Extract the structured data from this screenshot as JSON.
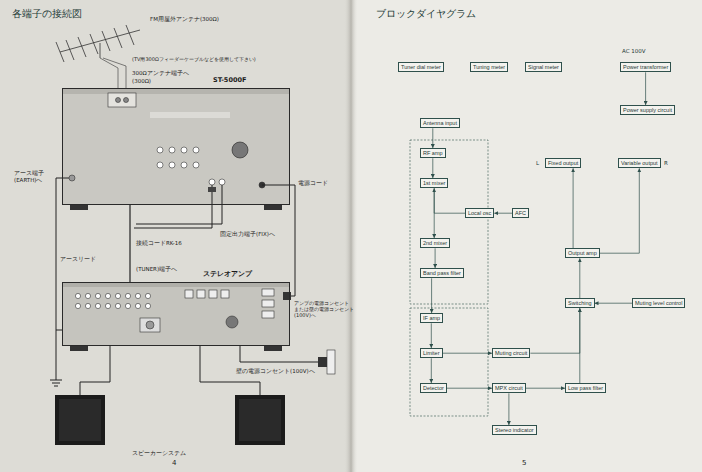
{
  "diagram": {
    "title": "各端子の接続図",
    "nodes": [
      {
        "text": [
          "ST-5000F"
        ]
      },
      {
        "text": [
          "ステレオアンプ"
        ]
      },
      {
        "text": [
          "Tuner dial meter"
        ]
      },
      {
        "text": [
          "Antenna input"
        ]
      },
      {
        "text": [
          "RF amp"
        ]
      },
      {
        "text": [
          "1st mixer"
        ]
      },
      {
        "text": [
          "Local osc"
        ]
      },
      {
        "text": [
          "2nd mixer"
        ]
      },
      {
        "text": [
          "Band pass filter"
        ]
      },
      {
        "text": [
          "IF amp"
        ]
      },
      {
        "text": [
          "Limiter"
        ]
      },
      {
        "text": [
          "Detector"
        ]
      },
      {
        "text": [
          "Tuning meter"
        ]
      },
      {
        "text": [
          "Signal meter"
        ]
      },
      {
        "text": [
          "Muting circuit"
        ]
      },
      {
        "text": [
          "AFC"
        ]
      },
      {
        "text": [
          "MPX circuit"
        ]
      },
      {
        "text": [
          "Stereo indicator"
        ]
      },
      {
        "text": [
          "Low pass filter"
        ]
      },
      {
        "text": [
          "Switching"
        ]
      },
      {
        "text": [
          "Output amp"
        ]
      },
      {
        "text": [
          "Fixed output"
        ]
      },
      {
        "text": [
          "Variable output"
        ]
      },
      {
        "text": [
          "Muting level control"
        ]
      },
      {
        "text": [
          "Power transformer"
        ]
      },
      {
        "text": [
          "Power supply circuit"
        ]
      }
    ],
    "edges": [
      {
        "from": 0,
        "to": 1,
        "arrow": "none"
      },
      {
        "from": 3,
        "to": 4,
        "arrow": "to"
      },
      {
        "from": 4,
        "to": 5,
        "arrow": "to"
      },
      {
        "from": 6,
        "to": 5,
        "arrow": "to"
      },
      {
        "from": 5,
        "to": 7,
        "arrow": "to"
      },
      {
        "from": 7,
        "to": 8,
        "arrow": "to"
      },
      {
        "from": 8,
        "to": 9,
        "arrow": "to"
      },
      {
        "from": 9,
        "to": 10,
        "arrow": "to"
      },
      {
        "from": 10,
        "to": 11,
        "arrow": "to"
      },
      {
        "from": 10,
        "to": 14,
        "arrow": "to"
      },
      {
        "from": 11,
        "to": 16,
        "arrow": "to"
      },
      {
        "from": 15,
        "to": 6,
        "arrow": "to"
      },
      {
        "from": 16,
        "to": 17,
        "arrow": "to"
      },
      {
        "from": 16,
        "to": 18,
        "arrow": "to"
      },
      {
        "from": 18,
        "to": 19,
        "arrow": "to"
      },
      {
        "from": 14,
        "to": 19,
        "arrow": "to"
      },
      {
        "from": 19,
        "to": 20,
        "arrow": "to"
      },
      {
        "from": 20,
        "to": 21,
        "arrow": "to"
      },
      {
        "from": 20,
        "to": 22,
        "arrow": "to"
      },
      {
        "from": 23,
        "to": 19,
        "arrow": "to"
      },
      {
        "from": 24,
        "to": 25,
        "arrow": "to"
      }
    ],
    "labels": [
      "FM用屋外アンテナ(300Ω)",
      "(TV用300Ωフィーダーケーブルなどを使用して下さい)",
      "300Ωアンテナ端子へ",
      "(300Ω)",
      "アース端子 (EARTH)へ",
      "電源コード",
      "固定出力端子(FIX)へ",
      "接続コードRK-16",
      "アースリード",
      "(TUNER)端子へ",
      "アンプの電源コンセント または壁の電源コンセント (100V)へ",
      "壁の電源コンセント(100V)へ",
      "スピーカーシステム",
      "4",
      "5",
      "AC 100V",
      "L",
      "R",
      "ブロックダイヤグラム"
    ]
  }
}
